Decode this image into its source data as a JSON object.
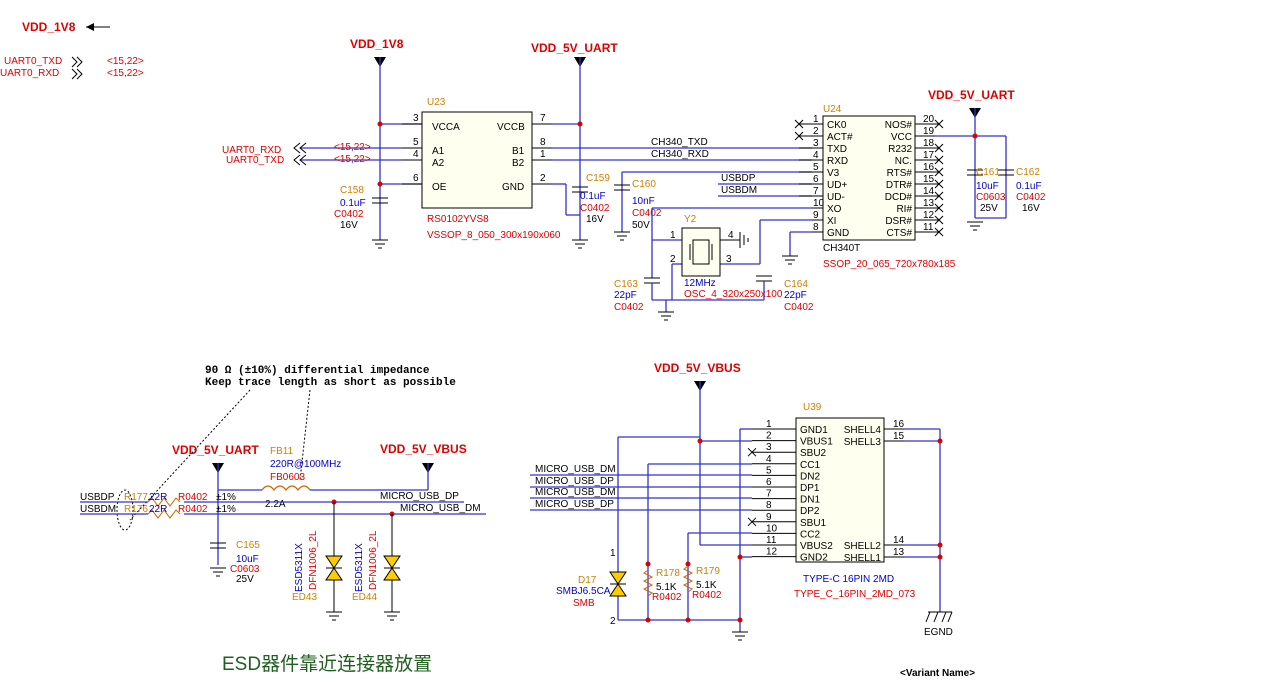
{
  "labels": {
    "vdd_1v8": "VDD_1V8",
    "vdd_5v_uart": "VDD_5V_UART",
    "vdd_5v_vbus": "VDD_5V_VBUS",
    "uart0_txd": "UART0_TXD",
    "uart0_rxd": "UART0_RXD",
    "ref_15_22": "<15,22>",
    "ch340_txd": "CH340_TXD",
    "ch340_rxd": "CH340_RXD",
    "usbdp": "USBDP",
    "usbdm": "USBDM",
    "micro_usb_dp": "MICRO_USB_DP",
    "micro_usb_dm": "MICRO_USB_DM",
    "note_line1": "90 Ω (±10%) differential impedance",
    "note_line2": "Keep trace length as short as possible",
    "esd_note": "ESD器件靠近连接器放置",
    "variant": "<Variant Name>",
    "egnd": "EGND"
  },
  "u23": {
    "ref": "U23",
    "part": "RS0102YVS8",
    "footprint": "VSSOP_8_050_300x190x060",
    "pins_left": [
      {
        "num": "3",
        "name": "VCCA"
      },
      {
        "num": "5",
        "name": "A1"
      },
      {
        "num": "4",
        "name": "A2"
      },
      {
        "num": "6",
        "name": "OE"
      }
    ],
    "pins_right": [
      {
        "num": "7",
        "name": "VCCB"
      },
      {
        "num": "8",
        "name": "B1"
      },
      {
        "num": "1",
        "name": "B2"
      },
      {
        "num": "2",
        "name": "GND"
      }
    ]
  },
  "u24": {
    "ref": "U24",
    "part": "CH340T",
    "footprint": "SSOP_20_065_720x780x185",
    "pins_left": [
      {
        "num": "1",
        "name": "CK0"
      },
      {
        "num": "2",
        "name": "ACT#"
      },
      {
        "num": "3",
        "name": "TXD"
      },
      {
        "num": "4",
        "name": "RXD"
      },
      {
        "num": "5",
        "name": "V3"
      },
      {
        "num": "6",
        "name": "UD+"
      },
      {
        "num": "7",
        "name": "UD-"
      },
      {
        "num": "10",
        "name": "XO"
      },
      {
        "num": "9",
        "name": "XI"
      },
      {
        "num": "8",
        "name": "GND"
      }
    ],
    "pins_right": [
      {
        "num": "20",
        "name": "NOS#"
      },
      {
        "num": "19",
        "name": "VCC"
      },
      {
        "num": "18",
        "name": "R232"
      },
      {
        "num": "17",
        "name": "NC."
      },
      {
        "num": "16",
        "name": "RTS#"
      },
      {
        "num": "15",
        "name": "DTR#"
      },
      {
        "num": "14",
        "name": "DCD#"
      },
      {
        "num": "13",
        "name": "RI#"
      },
      {
        "num": "12",
        "name": "DSR#"
      },
      {
        "num": "11",
        "name": "CTS#"
      }
    ]
  },
  "u39": {
    "ref": "U39",
    "part": "TYPE-C 16PIN 2MD",
    "footprint": "TYPE_C_16PIN_2MD_073",
    "pins_left": [
      {
        "num": "1",
        "name": "GND1"
      },
      {
        "num": "2",
        "name": "VBUS1"
      },
      {
        "num": "3",
        "name": "SBU2"
      },
      {
        "num": "4",
        "name": "CC1"
      },
      {
        "num": "5",
        "name": "DN2"
      },
      {
        "num": "6",
        "name": "DP1"
      },
      {
        "num": "7",
        "name": "DN1"
      },
      {
        "num": "8",
        "name": "DP2"
      },
      {
        "num": "9",
        "name": "SBU1"
      },
      {
        "num": "10",
        "name": "CC2"
      },
      {
        "num": "11",
        "name": "VBUS2"
      },
      {
        "num": "12",
        "name": "GND2"
      }
    ],
    "pins_right": [
      {
        "num": "16",
        "name": "SHELL4"
      },
      {
        "num": "15",
        "name": "SHELL3"
      },
      {
        "num": "14",
        "name": "SHELL2"
      },
      {
        "num": "13",
        "name": "SHELL1"
      }
    ]
  },
  "y2": {
    "ref": "Y2",
    "value": "12MHz",
    "footprint": "OSC_4_320x250x100",
    "pin1": "1",
    "pin2": "2",
    "pin3": "3",
    "pin4": "4"
  },
  "caps": {
    "c158": {
      "ref": "C158",
      "value": "0.1uF",
      "package": "C0402",
      "rating": "16V"
    },
    "c159": {
      "ref": "C159",
      "value": "0.1uF",
      "package": "C0402",
      "rating": "16V"
    },
    "c160": {
      "ref": "C160",
      "value": "10nF",
      "package": "C0402",
      "rating": "50V"
    },
    "c161": {
      "ref": "C161",
      "value": "10uF",
      "package": "C0603",
      "rating": "25V"
    },
    "c162": {
      "ref": "C162",
      "value": "0.1uF",
      "package": "C0402",
      "rating": "16V"
    },
    "c163": {
      "ref": "C163",
      "value": "22pF",
      "package": "C0402"
    },
    "c164": {
      "ref": "C164",
      "value": "22pF",
      "package": "C0402"
    },
    "c165": {
      "ref": "C165",
      "value": "10uF",
      "package": "C0603",
      "rating": "25V"
    }
  },
  "resistors": {
    "r177": {
      "ref": "R177",
      "value": "22R",
      "package": "R0402",
      "tol": "±1%"
    },
    "r176": {
      "ref": "R176",
      "value": "22R",
      "package": "R0402",
      "tol": "±1%"
    },
    "r178": {
      "ref": "R178",
      "value": "5.1K",
      "package": "R0402"
    },
    "r179": {
      "ref": "R179",
      "value": "5.1K",
      "package": "R0402"
    }
  },
  "fb11": {
    "ref": "FB11",
    "value": "220R@100MHz",
    "package": "FB0603",
    "current": "2.2A"
  },
  "esd": {
    "ed43": {
      "ref": "ED43",
      "part": "ESD5311X",
      "package": "DFN1006_2L"
    },
    "ed44": {
      "ref": "ED44",
      "part": "ESD5311X",
      "package": "DFN1006_2L"
    }
  },
  "d17": {
    "ref": "D17",
    "part": "SMBJ6.5CA",
    "package": "SMB",
    "pin1": "1",
    "pin2": "2"
  }
}
